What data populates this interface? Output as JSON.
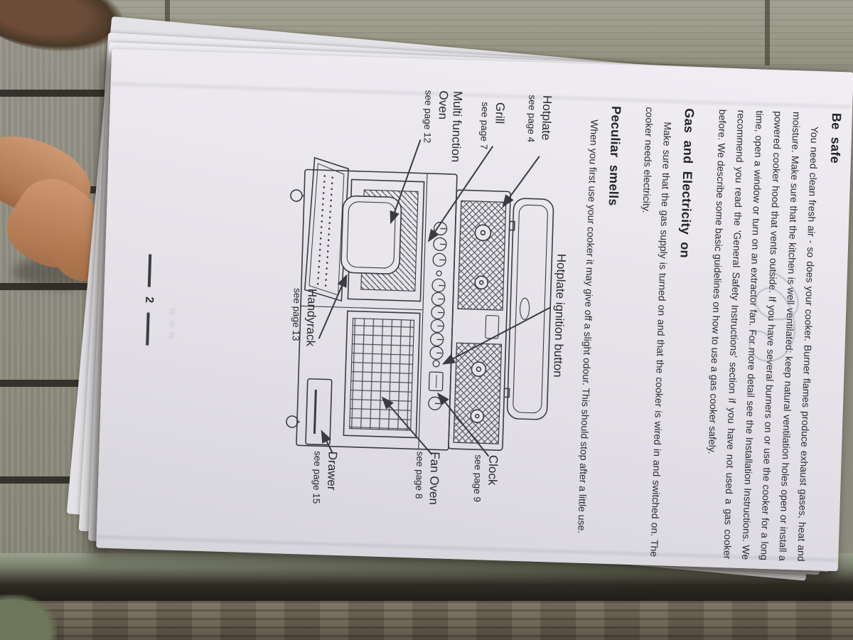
{
  "page": {
    "sections": [
      {
        "heading": "Be safe",
        "body": "You need clean fresh air - so does your cooker. Burner flames produce exhaust gases, heat and moisture. Make sure that the kitchen is well ventilated: keep natural ventilation holes open or install a powered cooker hood that vents outside. If you have several burners on or use the cooker for a long time, open a window or turn on an extractor fan. For more detail see the Installation Instructions. We recommend you read the 'General Safety Instructions' section if you have not used a gas cooker before. We describe some basic guidelines on how to use a gas cooker safely."
      },
      {
        "heading": "Gas and Electricity on",
        "body": "Make sure that the gas supply is turned on and that the cooker is wired in and switched on. The cooker needs electricity."
      },
      {
        "heading": "Peculiar smells",
        "body": "When you first use your cooker it may give off a slight odour. This should stop after a little use."
      }
    ],
    "diagram_labels": {
      "hotplate": {
        "name": "Hotplate",
        "ref": "see page 4"
      },
      "grill": {
        "name": "Grill",
        "ref": "see page 7"
      },
      "multi_function_oven": {
        "line1": "Multi function",
        "line2": "Oven",
        "ref": "see page 12"
      },
      "hotplate_ignition": {
        "name": "Hotplate ignition button"
      },
      "handyrack": {
        "name": "Handyrack",
        "ref": "see page 13"
      },
      "clock": {
        "name": "Clock",
        "ref": "see page 9"
      },
      "fan_oven": {
        "name": "Fan Oven",
        "ref": "see page 8"
      },
      "drawer": {
        "name": "Drawer",
        "ref": "see page 15"
      }
    },
    "page_number": "2",
    "bleed_through": "www"
  },
  "colors": {
    "paper": "#e9e7ec",
    "ink": "#2c2c31",
    "diagram_line": "#3a3a41",
    "wood_deck": "#8f8d7f",
    "wood_slat": "#877f70",
    "wood_rail": "#6b6356",
    "skin": "#c08a66"
  }
}
